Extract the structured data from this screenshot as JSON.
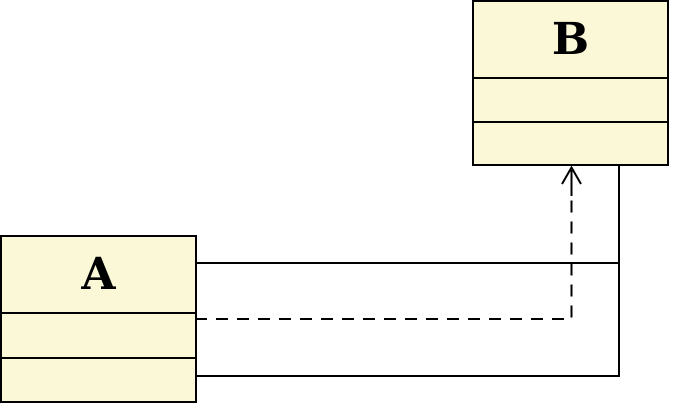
{
  "diagram": {
    "kind": "UML class diagram",
    "background": "#ffffff",
    "stroke_color": "#000000",
    "class_fill_color": "#fbf8d8",
    "classes": {
      "a": {
        "name": "A",
        "attributes": "",
        "operations": ""
      },
      "b": {
        "name": "B",
        "attributes": "",
        "operations": ""
      }
    },
    "relations": [
      {
        "name": "association-upper",
        "line": "solid",
        "from": "A",
        "to": "B"
      },
      {
        "name": "association-lower",
        "line": "solid",
        "from": "A",
        "to": "B"
      },
      {
        "name": "dependency",
        "line": "dashed",
        "arrowhead": "open",
        "from": "A",
        "to": "B"
      }
    ]
  }
}
